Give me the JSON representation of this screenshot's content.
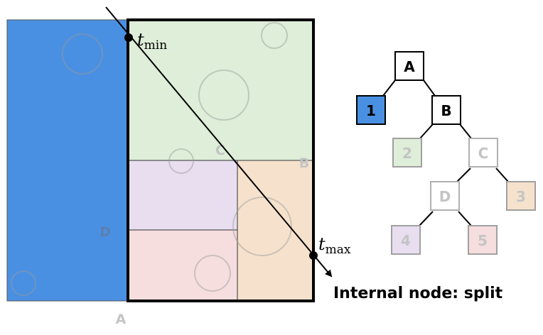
{
  "colors": {
    "leaf_1": "#4a90e2",
    "leaf_2": "#deeed8",
    "leaf_3": "#f6e2cc",
    "leaf_4": "#e8def0",
    "leaf_5": "#f6dede",
    "faded_label": "#c4c4c4",
    "outline": "#000000"
  },
  "region_labels": {
    "a": "A",
    "b": "B",
    "c": "C",
    "d": "D"
  },
  "ray_labels": {
    "t_min_base": "t",
    "t_min_sub": "min",
    "t_max_base": "t",
    "t_max_sub": "max"
  },
  "tree": {
    "nodes": {
      "A": "A",
      "B": "B",
      "C": "C",
      "D": "D",
      "leaf1": "1",
      "leaf2": "2",
      "leaf3": "3",
      "leaf4": "4",
      "leaf5": "5"
    }
  },
  "caption": "Internal node: split"
}
